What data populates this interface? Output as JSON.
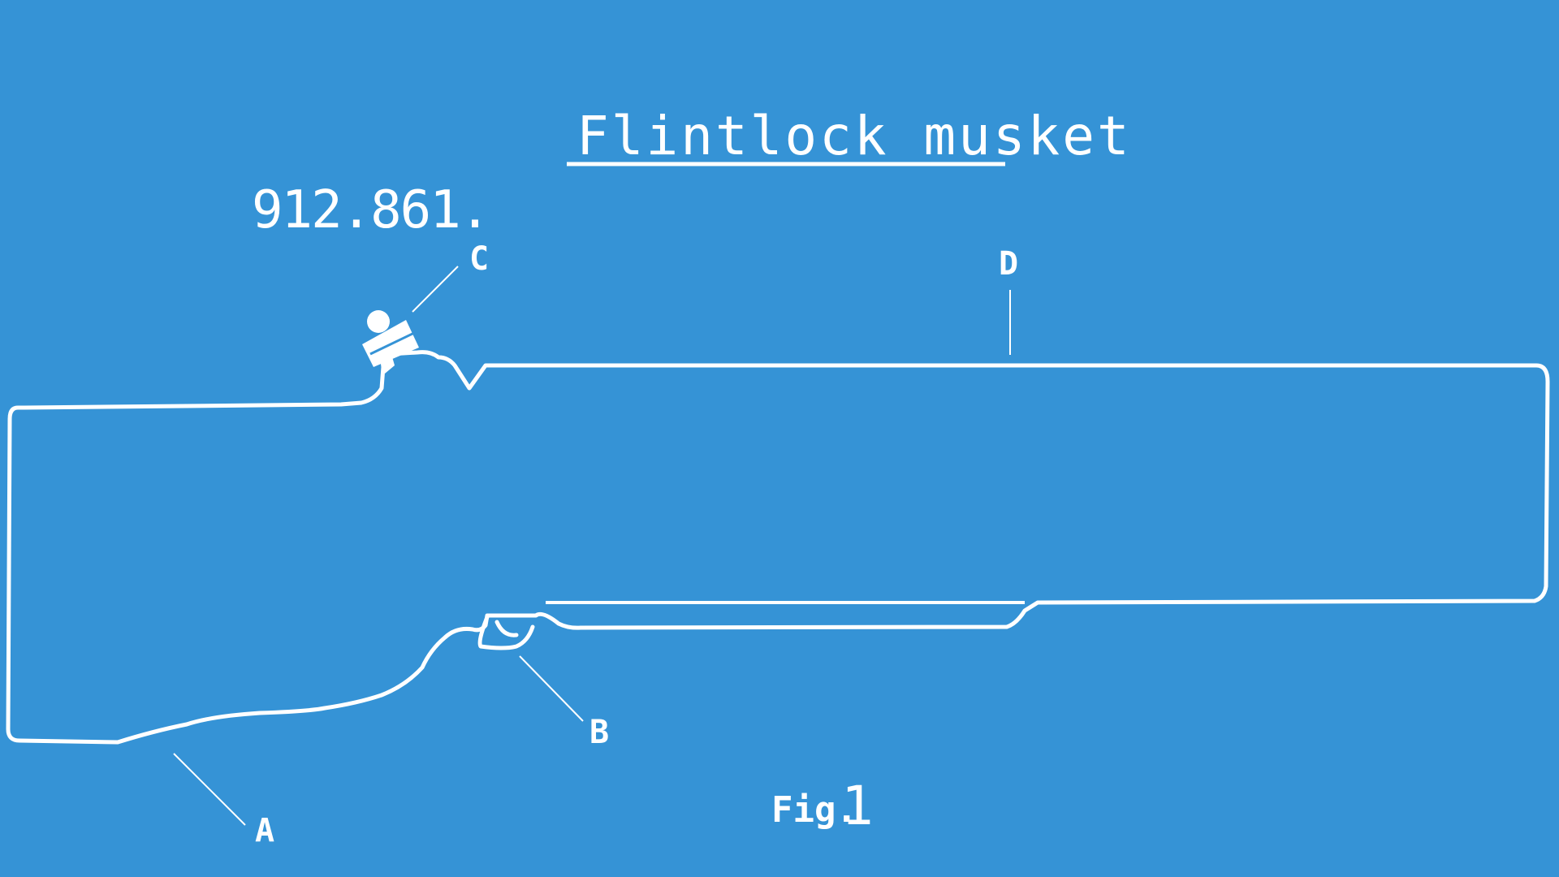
{
  "title": "Flintlock musket",
  "code": "912.861.",
  "labels": {
    "a": "A",
    "b": "B",
    "c": "C",
    "d": "D"
  },
  "figure_caption": {
    "prefix": "Fig.",
    "number": "1"
  },
  "colors": {
    "background": "#3593d6",
    "ink": "#ffffff"
  }
}
